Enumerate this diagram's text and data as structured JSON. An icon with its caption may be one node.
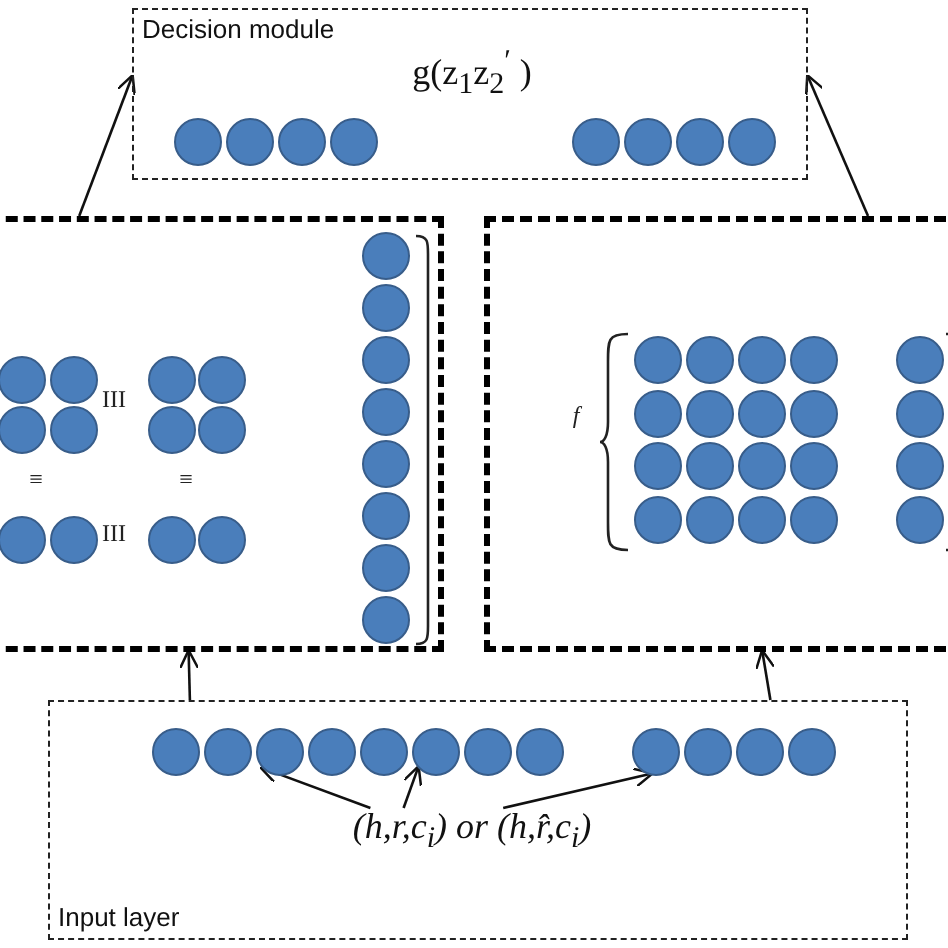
{
  "diagram": {
    "nodes": [
      {
        "text": [
          "Decision module",
          "g(z$_{1}$z$_{2}$$^{′}$ )"
        ]
      },
      {
        "text": [],
        "shape": "box"
      },
      {
        "text": [],
        "shape": "box"
      },
      {
        "text": [
          "Input layer"
        ]
      },
      {
        "text": [
          "(h,r,c$_{i}$) or (h,r̂,c$_{i}$)"
        ],
        "in": 3
      },
      {
        "text": [],
        "shape": "circle",
        "in": 3
      },
      {
        "text": [],
        "shape": "circle",
        "in": 3
      },
      {
        "text": [],
        "shape": "circle",
        "in": 3
      },
      {
        "text": [],
        "shape": "circle",
        "in": 3
      },
      {
        "text": [],
        "shape": "circle",
        "in": 3
      },
      {
        "text": [],
        "shape": "circle",
        "in": 3
      },
      {
        "text": [],
        "shape": "circle",
        "in": 3
      },
      {
        "text": [],
        "shape": "circle",
        "in": 3
      },
      {
        "text": [],
        "shape": "circle",
        "in": 3
      },
      {
        "text": [],
        "shape": "circle",
        "in": 3
      },
      {
        "text": [],
        "shape": "circle",
        "in": 3
      },
      {
        "text": [],
        "shape": "circle",
        "in": 3
      }
    ],
    "edges": [
      {
        "from": 1,
        "to": 0,
        "arrow": "to"
      },
      {
        "from": 2,
        "to": 0,
        "arrow": "to"
      },
      {
        "from": 3,
        "to": 1,
        "arrow": "to"
      },
      {
        "from": 3,
        "to": 2,
        "arrow": "to"
      },
      {
        "from": 4,
        "to": 7,
        "arrow": "to"
      },
      {
        "from": 4,
        "to": 10,
        "arrow": "to"
      },
      {
        "from": 4,
        "to": 13,
        "arrow": "to"
      }
    ],
    "labels": [
      "III",
      "f",
      "≡",
      "≡",
      "III"
    ]
  }
}
